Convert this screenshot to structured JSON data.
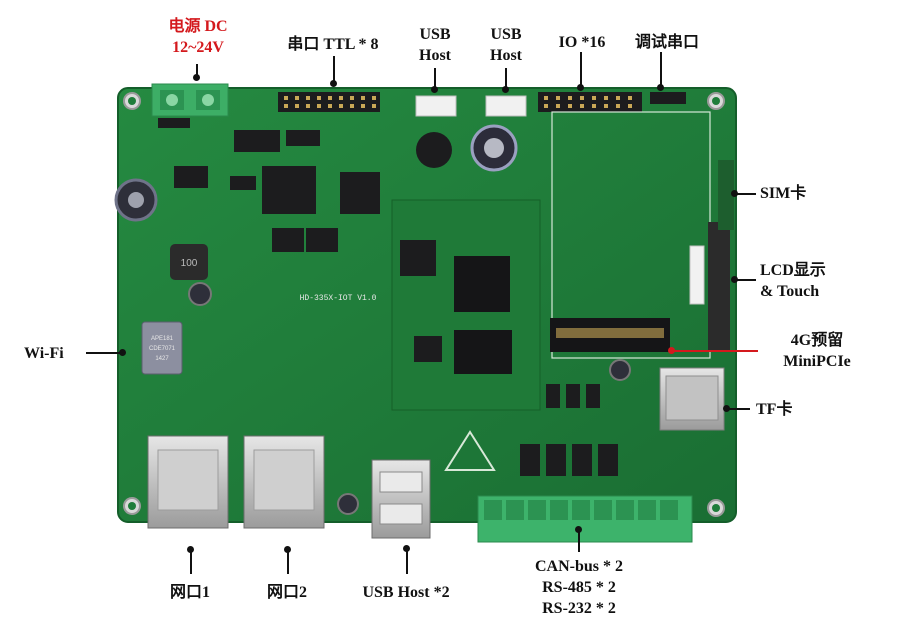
{
  "labels": {
    "power": [
      "电源 DC",
      "12~24V"
    ],
    "ttl": "串口 TTL * 8",
    "usb1": [
      "USB",
      "Host"
    ],
    "usb2": [
      "USB",
      "Host"
    ],
    "io": "IO *16",
    "debug": "调试串口",
    "sim": "SIM卡",
    "lcd": [
      "LCD显示",
      "& Touch"
    ],
    "g4": [
      "4G预留",
      "MiniPCIe"
    ],
    "tf": "TF卡",
    "wifi": "Wi-Fi",
    "eth1": "网口1",
    "eth2": "网口2",
    "usbhost2": "USB Host *2",
    "bus": [
      "CAN-bus * 2",
      "RS-485 * 2",
      "RS-232 * 2"
    ]
  },
  "board": {
    "silkscreen": "HD-335X-IOT V1.0",
    "module_text": [
      "APE181",
      "CDE7071",
      "1427"
    ]
  },
  "colors": {
    "pcb": "#1f7d3a",
    "pcb_dark": "#17632d",
    "chip": "#1c1c1e",
    "terminal": "#3db36b",
    "callout_red": "#d4191d"
  }
}
